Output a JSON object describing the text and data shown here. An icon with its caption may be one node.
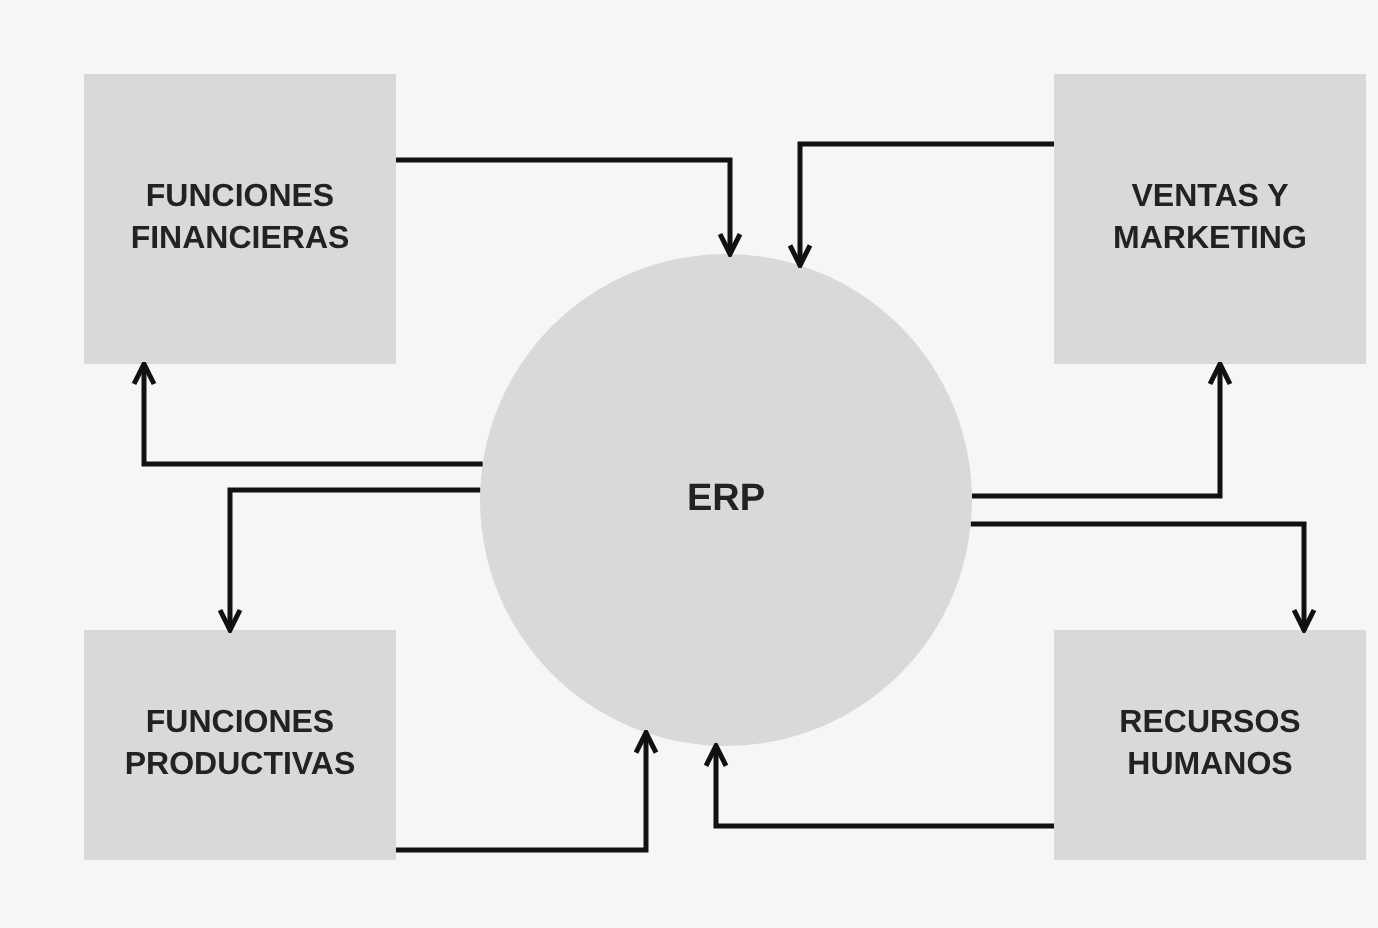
{
  "diagram": {
    "nodes": [
      {
        "text": [
          "FUNCIONES FINANCIERAS"
        ]
      },
      {
        "text": [
          "VENTAS Y MARKETING"
        ]
      },
      {
        "text": [
          "ERP"
        ]
      },
      {
        "text": [
          "FUNCIONES PRODUCTIVAS"
        ]
      },
      {
        "text": [
          "RECURSOS HUMANOS"
        ]
      }
    ],
    "edges": [
      {
        "from": 0,
        "to": 2,
        "arrow": "to"
      },
      {
        "from": 1,
        "to": 2,
        "arrow": "to"
      },
      {
        "from": 2,
        "to": 0,
        "arrow": "to"
      },
      {
        "from": 2,
        "to": 3,
        "arrow": "to"
      },
      {
        "from": 2,
        "to": 1,
        "arrow": "to"
      },
      {
        "from": 2,
        "to": 4,
        "arrow": "to"
      },
      {
        "from": 3,
        "to": 2,
        "arrow": "to"
      },
      {
        "from": 4,
        "to": 2,
        "arrow": "to"
      }
    ]
  }
}
